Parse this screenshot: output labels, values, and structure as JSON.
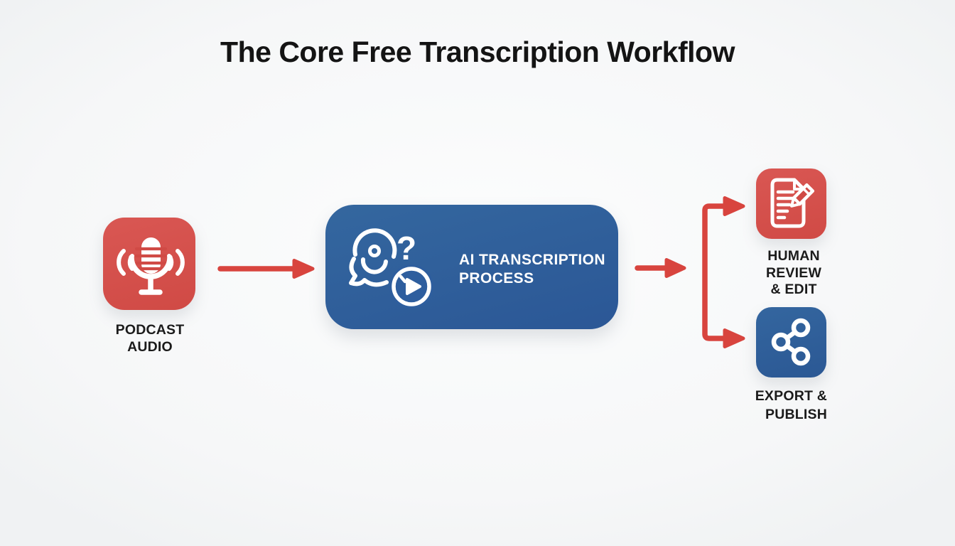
{
  "title": "The Core Free Transcription Workflow",
  "colors": {
    "background": "#f6f7f8",
    "node_red": "#d5504a",
    "node_blue": "#2e5e9e",
    "arrow_red": "#d8443e",
    "label_text": "#1b1b1b",
    "icon_white": "#ffffff"
  },
  "nodes": {
    "podcast_audio": {
      "icon": "microphone-icon",
      "color": "red",
      "label_lines": [
        "PODCAST",
        "AUDIO"
      ]
    },
    "ai_process": {
      "icon": "ai-processing-clock-icon",
      "color": "blue",
      "label_lines": [
        "AI TRANSCRIPTION",
        "PROCESS"
      ]
    },
    "human_review": {
      "icon": "document-pencil-icon",
      "color": "red",
      "label_lines": [
        "HUMAN",
        "REVIEW",
        "& EDIT"
      ]
    },
    "export_publish": {
      "icon": "share-icon",
      "color": "blue",
      "label_lines": [
        "EXPORT &",
        "PUBLISH"
      ]
    }
  },
  "flow": {
    "sequence": [
      "podcast_audio",
      "ai_process"
    ],
    "branches_from": "ai_process",
    "branches_to": [
      "human_review",
      "export_publish"
    ]
  }
}
